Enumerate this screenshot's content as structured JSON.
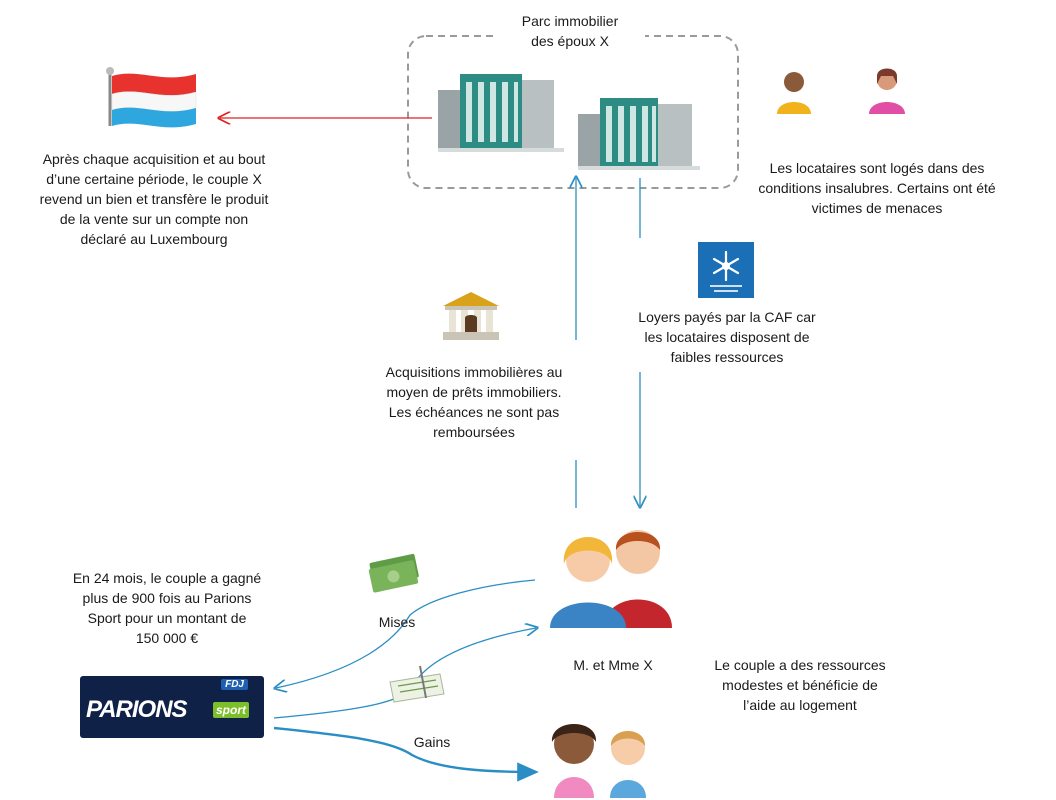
{
  "portfolio": {
    "title": "Parc immobilier\ndes époux X"
  },
  "luxembourg": {
    "text": "Après chaque acquisition et au bout\nd’une certaine période, le couple X\nrevend un bien et transfère le produit\nde la vente sur un compte non\ndéclaré au Luxembourg"
  },
  "tenants": {
    "text": "Les locataires sont logés dans des\nconditions insalubres. Certains ont été\nvictimes de menaces"
  },
  "caf": {
    "text": "Loyers payés par la CAF car\nles locataires disposent de\nfaibles ressources"
  },
  "loans": {
    "text": "Acquisitions immobilières au\nmoyen de prêts immobiliers.\nLes échéances ne sont pas\nremboursées"
  },
  "couple": {
    "label": "M. et Mme X",
    "text": "Le couple a des ressources\nmodestes et bénéficie de\nl’aide au logement"
  },
  "betting": {
    "text": "En 24 mois, le couple a gagné\nplus de 900 fois au Parions\nSport pour un montant de\n150 000 €",
    "logo_top": "FDJ",
    "logo_main": "PARIONS",
    "logo_sport": "sport"
  },
  "flows": {
    "mises": "Mises",
    "gains": "Gains"
  },
  "colors": {
    "red_arrow": "#e02020",
    "blue_arrow": "#2a8ec4",
    "dash": "#9a9a9a",
    "building": "#2d8c84",
    "fdj_bg": "#0f2147"
  }
}
